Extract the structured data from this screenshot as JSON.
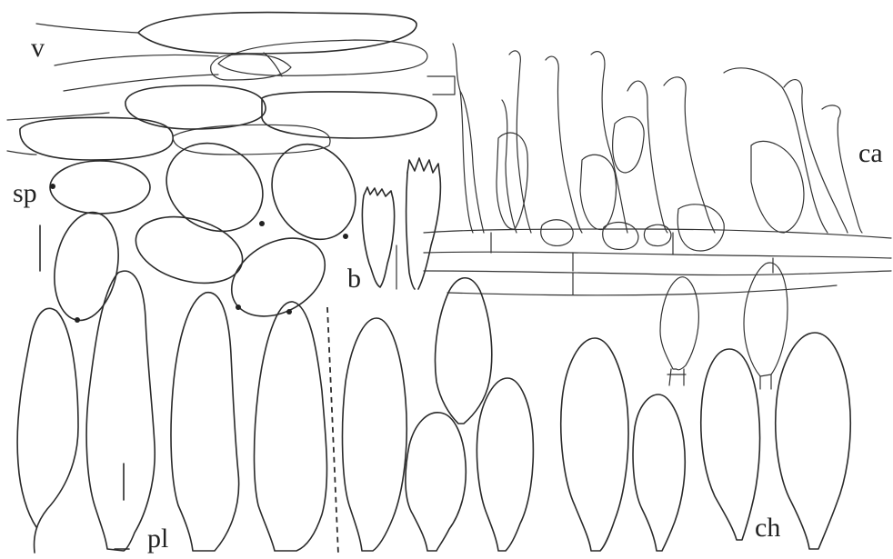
{
  "labels": {
    "v": "v",
    "sp": "sp",
    "b": "b",
    "ca": "ca",
    "pl": "pl",
    "ch": "ch"
  },
  "colors": {
    "ink": "#2a2a2a",
    "background": "#ffffff"
  }
}
